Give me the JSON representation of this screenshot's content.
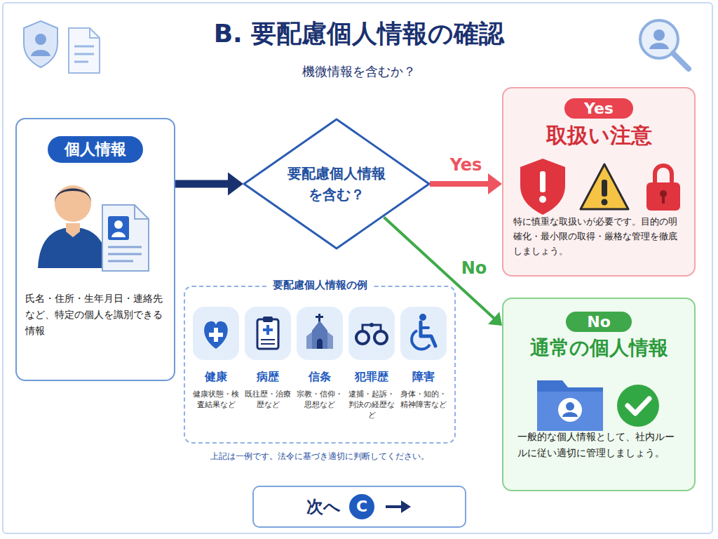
{
  "diagram": {
    "title": "B. 要配慮個人情報の確認",
    "nodes": [
      {
        "text": [
          "個人情報",
          "氏名・住所・生年月日・連絡先など、特定の個人を識別できる情報"
        ]
      },
      {
        "text": [
          "要配慮個人情報を含む？"
        ]
      },
      {
        "text": [
          "Yes",
          "取扱い注意",
          "特に慎重な取扱いが必要です。目的の明確化・最小限の取得・厳格な管理を徹底しましょう。"
        ]
      },
      {
        "text": [
          "No",
          "通常の個人情報",
          "一般的な個人情報として、社内ルールに従い適切に管理しましょう。"
        ]
      },
      {
        "text": [
          "要配慮個人情報の例"
        ]
      },
      {
        "text": [
          "健康",
          "健康状態・検査結果など"
        ],
        "in": 4
      },
      {
        "text": [
          "病歴",
          "既往歴・治療歴など"
        ],
        "in": 4
      },
      {
        "text": [
          "信条",
          "宗教・信仰・思想など"
        ],
        "in": 4
      },
      {
        "text": [
          "犯罪歴",
          "逮捕・起訴・判決の経歴など"
        ],
        "in": 4
      },
      {
        "text": [
          "障害",
          "身体・知的・精神障害など"
        ],
        "in": 4
      },
      {
        "text": [
          "次へ",
          "C"
        ]
      }
    ],
    "edges": [
      {
        "from": 0,
        "to": 1,
        "arrow": "to"
      },
      {
        "from": 1,
        "to": 2,
        "label": "Yes",
        "arrow": "to"
      },
      {
        "from": 1,
        "to": 3,
        "label": "No",
        "arrow": "to"
      }
    ],
    "labels": [
      "機微情報を含むか？",
      "上記は一例です。法令に基づき適切に判断してください。"
    ]
  }
}
